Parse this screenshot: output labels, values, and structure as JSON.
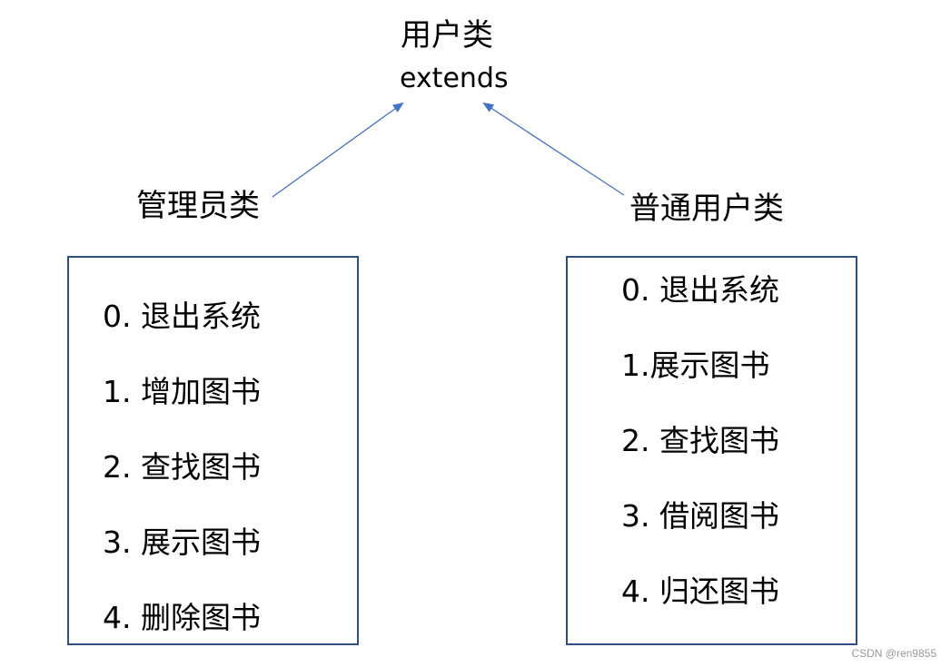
{
  "parent_class": {
    "title": "用户类",
    "relation": "extends"
  },
  "admin_class": {
    "title": "管理员类",
    "menu": [
      "0. 退出系统",
      "1. 增加图书",
      "2. 查找图书",
      "3. 展示图书",
      "4. 删除图书"
    ]
  },
  "normal_user_class": {
    "title": "普通用户类",
    "menu": [
      "0. 退出系统",
      "1.展示图书",
      "2. 查找图书",
      "3. 借阅图书",
      "4. 归还图书"
    ]
  },
  "colors": {
    "arrow": "#4472c4",
    "box_border": "#2f4f7f"
  },
  "watermark": "CSDN @ren9855"
}
